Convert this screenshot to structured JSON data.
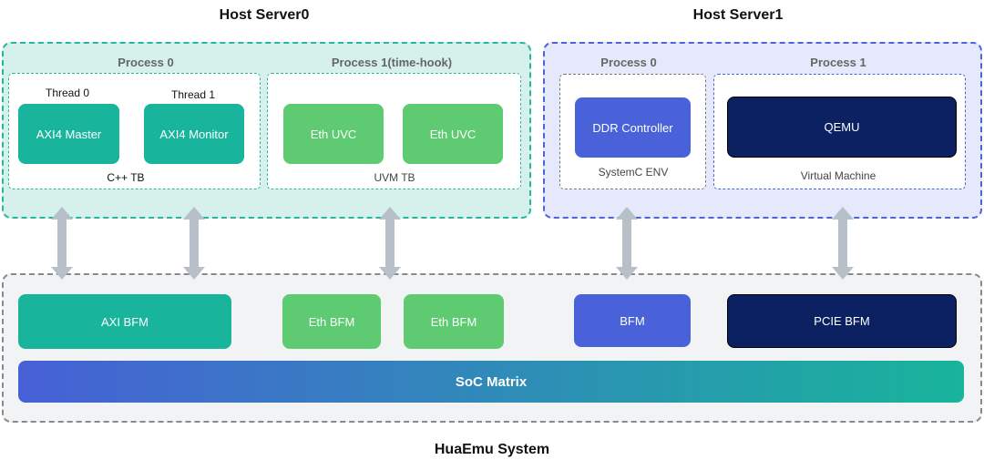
{
  "host0": {
    "title": "Host Server0",
    "process0": {
      "title": "Process 0",
      "thread0_label": "Thread 0",
      "thread1_label": "Thread 1",
      "master": "AXI4 Master",
      "monitor": "AXI4 Monitor",
      "caption": "C++ TB"
    },
    "process1": {
      "title": "Process 1(time-hook)",
      "uvc1": "Eth UVC",
      "uvc2": "Eth UVC",
      "caption": "UVM TB"
    }
  },
  "host1": {
    "title": "Host Server1",
    "process0": {
      "title": "Process 0",
      "block": "DDR Controller",
      "caption": "SystemC ENV"
    },
    "process1": {
      "title": "Process 1",
      "block": "QEMU",
      "caption": "Virtual Machine"
    }
  },
  "system": {
    "title": "HuaEmu System",
    "bfms": {
      "axi": "AXI BFM",
      "eth1": "Eth BFM",
      "eth2": "Eth BFM",
      "bfm": "BFM",
      "pcie": "PCIE BFM"
    },
    "matrix": "SoC Matrix"
  },
  "colors": {
    "teal": "#18b49b",
    "green": "#5ecb73",
    "blue": "#4a62d9",
    "navy": "#0b2161",
    "host0_bg": "#d6f1ec",
    "host1_bg": "#e6e9fb",
    "system_bg": "#f2f3f5",
    "arrow": "#b7c0c9"
  }
}
